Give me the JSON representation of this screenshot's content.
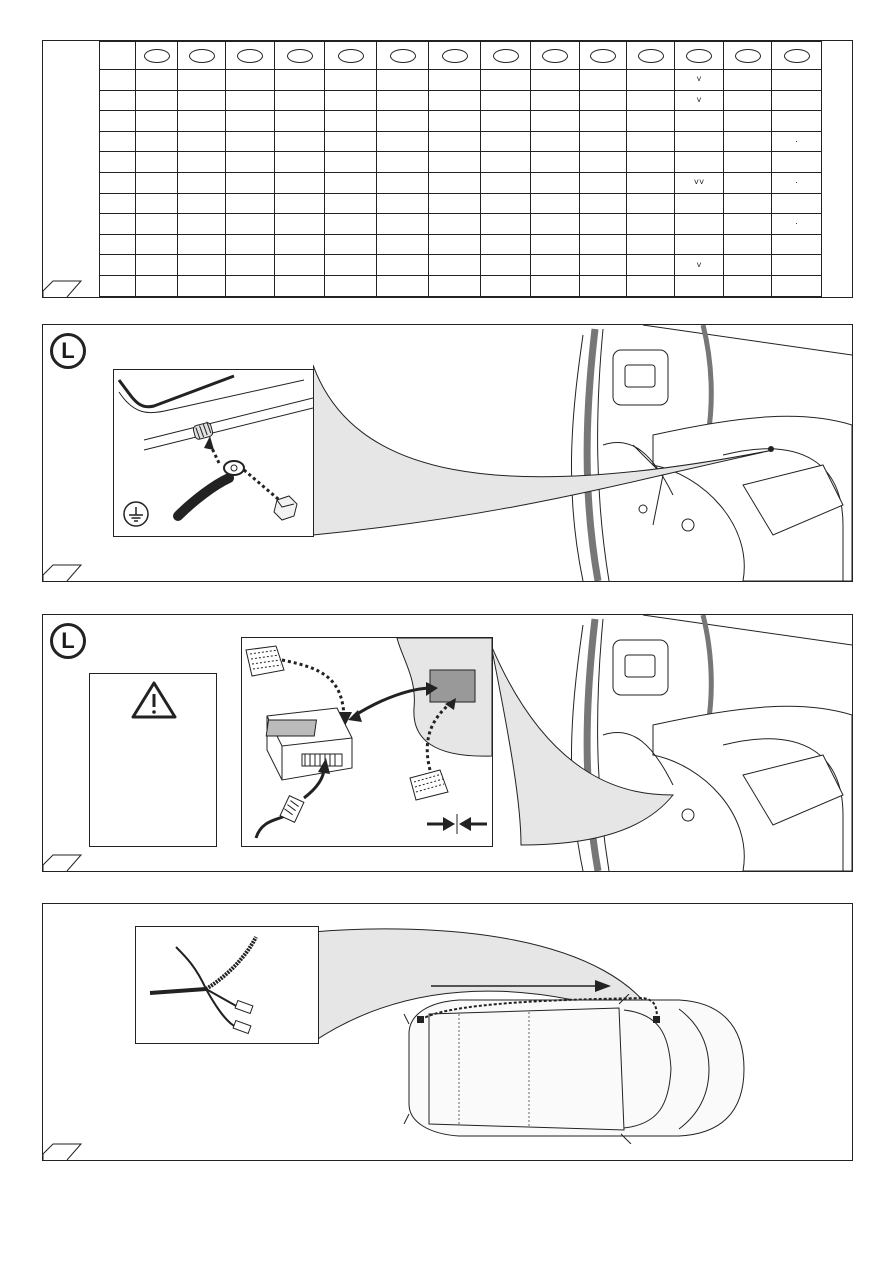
{
  "table": {
    "header_cells": [
      "",
      "",
      "",
      "",
      "",
      "",
      "",
      "",
      "",
      "",
      "",
      "",
      "",
      "",
      ""
    ],
    "oval_columns": 14,
    "rows": [
      [
        "",
        "",
        "",
        "",
        "",
        "",
        "",
        "",
        "",
        "",
        "",
        "˅",
        "",
        ""
      ],
      [
        "",
        "",
        "",
        "",
        "",
        "",
        "",
        "",
        "",
        "",
        "",
        "˅",
        "",
        ""
      ],
      [
        "",
        "",
        "",
        "",
        "",
        "",
        "",
        "",
        "",
        "",
        "",
        "",
        "",
        ""
      ],
      [
        "",
        "",
        "",
        "",
        "",
        "",
        "",
        "",
        "",
        "",
        "",
        "",
        "",
        "·"
      ],
      [
        "",
        "",
        "",
        "",
        "",
        "",
        "",
        "",
        "",
        "",
        "",
        "",
        "",
        ""
      ],
      [
        "",
        "",
        "",
        "",
        "",
        "",
        "",
        "",
        "",
        "",
        "",
        "˅˅",
        "",
        "·"
      ],
      [
        "",
        "",
        "",
        "",
        "",
        "",
        "",
        "",
        "",
        "",
        "",
        "",
        "",
        ""
      ],
      [
        "",
        "",
        "",
        "",
        "",
        "",
        "",
        "",
        "",
        "",
        "",
        "",
        "",
        "·"
      ],
      [
        "",
        "",
        "",
        "",
        "",
        "",
        "",
        "",
        "",
        "",
        "",
        "",
        "",
        ""
      ],
      [
        "",
        "",
        "",
        "",
        "",
        "",
        "",
        "",
        "",
        "",
        "",
        "˅",
        "",
        ""
      ],
      [
        "",
        "",
        "",
        "",
        "",
        "",
        "",
        "",
        "",
        "",
        "",
        "",
        "",
        ""
      ]
    ]
  },
  "step_ground": {
    "marker": "L",
    "ground_icon": "ground-symbol-icon"
  },
  "step_module": {
    "marker": "L",
    "warning_icon": "warning-triangle-icon"
  },
  "step_routing": {},
  "colors": {
    "line": "#222222",
    "fill_grey": "#d9d9d9",
    "hose_grey": "#777777"
  }
}
